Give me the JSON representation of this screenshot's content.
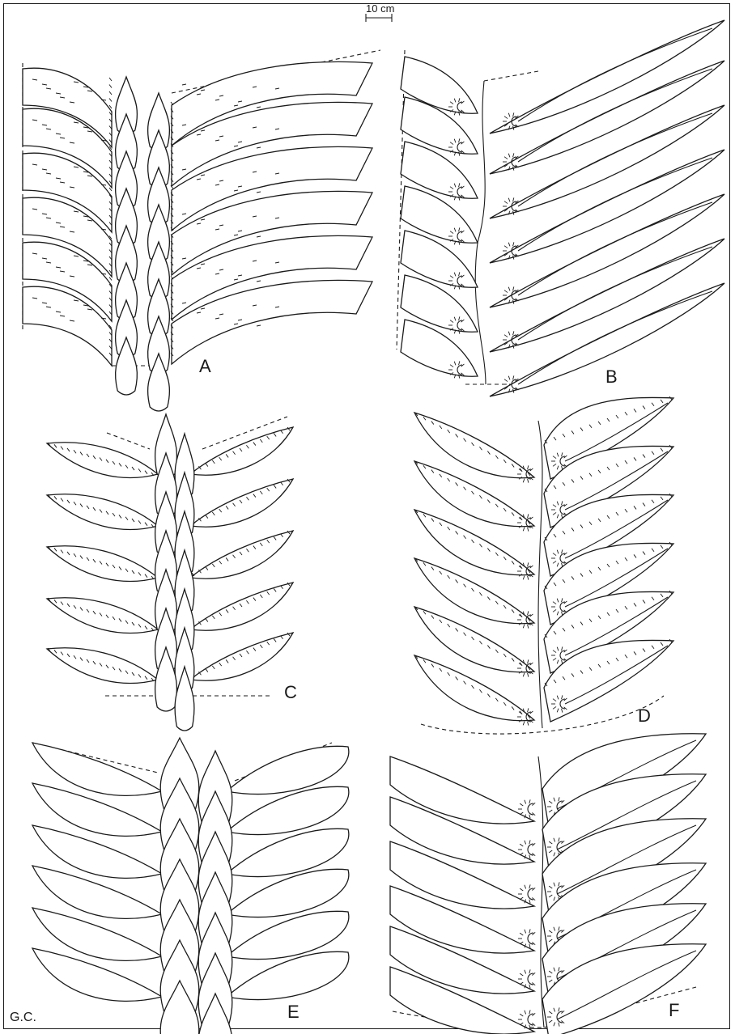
{
  "figure": {
    "scale_bar_label": "10 cm",
    "artist_initials": "G.C.",
    "panels": [
      {
        "id": "A",
        "label": "A"
      },
      {
        "id": "B",
        "label": "B"
      },
      {
        "id": "C",
        "label": "C"
      },
      {
        "id": "D",
        "label": "D"
      },
      {
        "id": "E",
        "label": "E"
      },
      {
        "id": "F",
        "label": "F"
      }
    ]
  }
}
